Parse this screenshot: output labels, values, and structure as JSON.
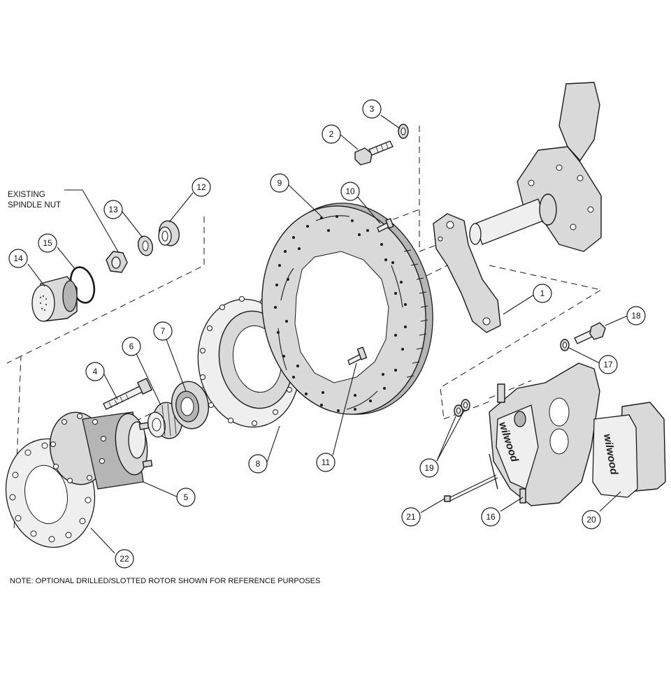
{
  "labels": {
    "existing_spindle_nut": "EXISTING\nSPINDLE NUT",
    "note": "NOTE: OPTIONAL DRILLED/SLOTTED ROTOR SHOWN FOR REFERENCE PURPOSES"
  },
  "brand": {
    "caliper_logo": "wilwood",
    "pad_logo": "wilwood"
  },
  "callouts": [
    {
      "id": "1"
    },
    {
      "id": "2"
    },
    {
      "id": "3"
    },
    {
      "id": "4"
    },
    {
      "id": "5"
    },
    {
      "id": "6"
    },
    {
      "id": "7"
    },
    {
      "id": "8"
    },
    {
      "id": "9"
    },
    {
      "id": "10"
    },
    {
      "id": "11"
    },
    {
      "id": "12"
    },
    {
      "id": "13"
    },
    {
      "id": "14"
    },
    {
      "id": "15"
    },
    {
      "id": "16"
    },
    {
      "id": "17"
    },
    {
      "id": "18"
    },
    {
      "id": "19"
    },
    {
      "id": "20"
    },
    {
      "id": "21"
    },
    {
      "id": "22"
    }
  ],
  "colors": {
    "line": "#1a1a1a",
    "part_fill": "#d9d9d9",
    "background": "#ffffff"
  }
}
